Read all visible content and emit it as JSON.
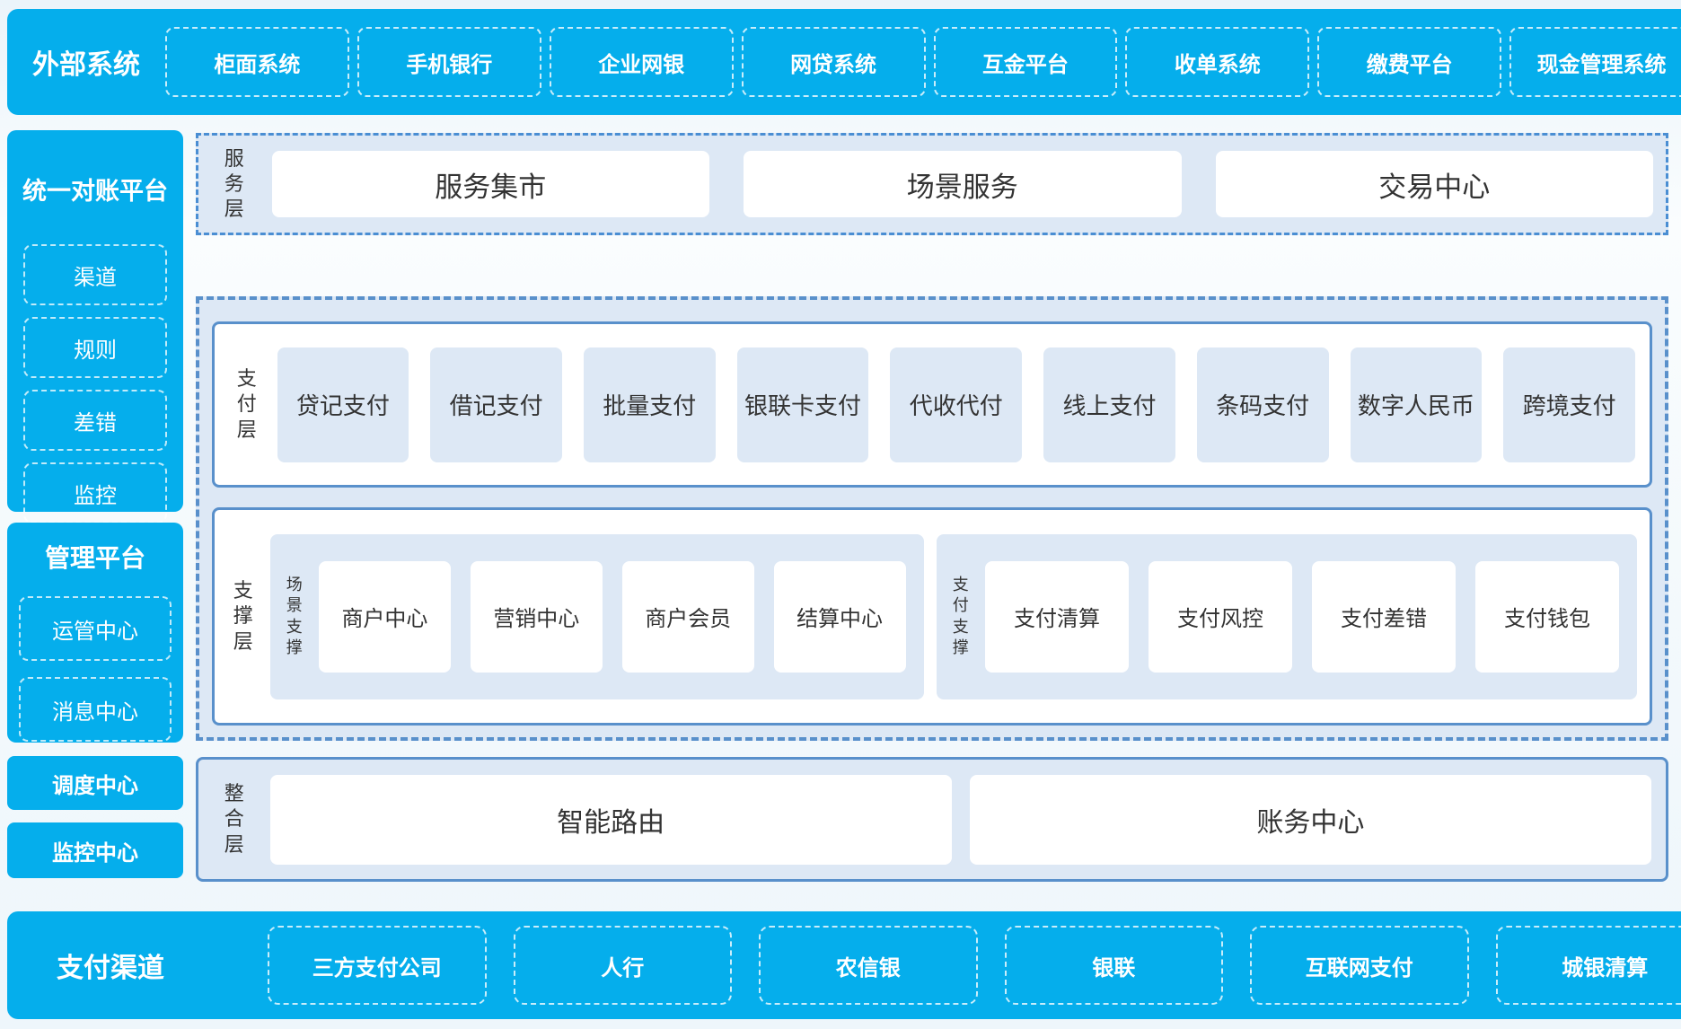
{
  "colors": {
    "accent_blue": "#05aeec",
    "panel_light_blue": "#dde8f5",
    "solid_border_blue": "#5990cb",
    "dash_border_blue": "#4a8ed3",
    "text_dark": "#333333",
    "text_white": "#ffffff"
  },
  "top_banner": {
    "title": "外部系统",
    "items": [
      "柜面系统",
      "手机银行",
      "企业网银",
      "网贷系统",
      "互金平台",
      "收单系统",
      "缴费平台",
      "现金管理系统"
    ]
  },
  "left_column": {
    "recon": {
      "title": "统一对账平台",
      "items": [
        "渠道",
        "规则",
        "差错",
        "监控"
      ]
    },
    "mgmt": {
      "title": "管理平台",
      "items": [
        "运管中心",
        "消息中心"
      ]
    },
    "dispatch_center": "调度中心",
    "monitor_center": "监控中心"
  },
  "service_layer": {
    "label": "服务层",
    "items": [
      "服务集市",
      "场景服务",
      "交易中心"
    ]
  },
  "payment_layer": {
    "label": "支付层",
    "items": [
      "贷记支付",
      "借记支付",
      "批量支付",
      "银联卡支付",
      "代收代付",
      "线上支付",
      "条码支付",
      "数字人民币",
      "跨境支付"
    ]
  },
  "support_layer": {
    "label": "支撑层",
    "groups": [
      {
        "label": "场景支撑",
        "items": [
          "商户中心",
          "营销中心",
          "商户会员",
          "结算中心"
        ]
      },
      {
        "label": "支付支撑",
        "items": [
          "支付清算",
          "支付风控",
          "支付差错",
          "支付钱包"
        ]
      }
    ]
  },
  "integration_layer": {
    "label": "整合层",
    "items": [
      "智能路由",
      "账务中心"
    ]
  },
  "bottom_banner": {
    "title": "支付渠道",
    "items": [
      "三方支付公司",
      "人行",
      "农信银",
      "银联",
      "互联网支付",
      "城银清算"
    ]
  }
}
